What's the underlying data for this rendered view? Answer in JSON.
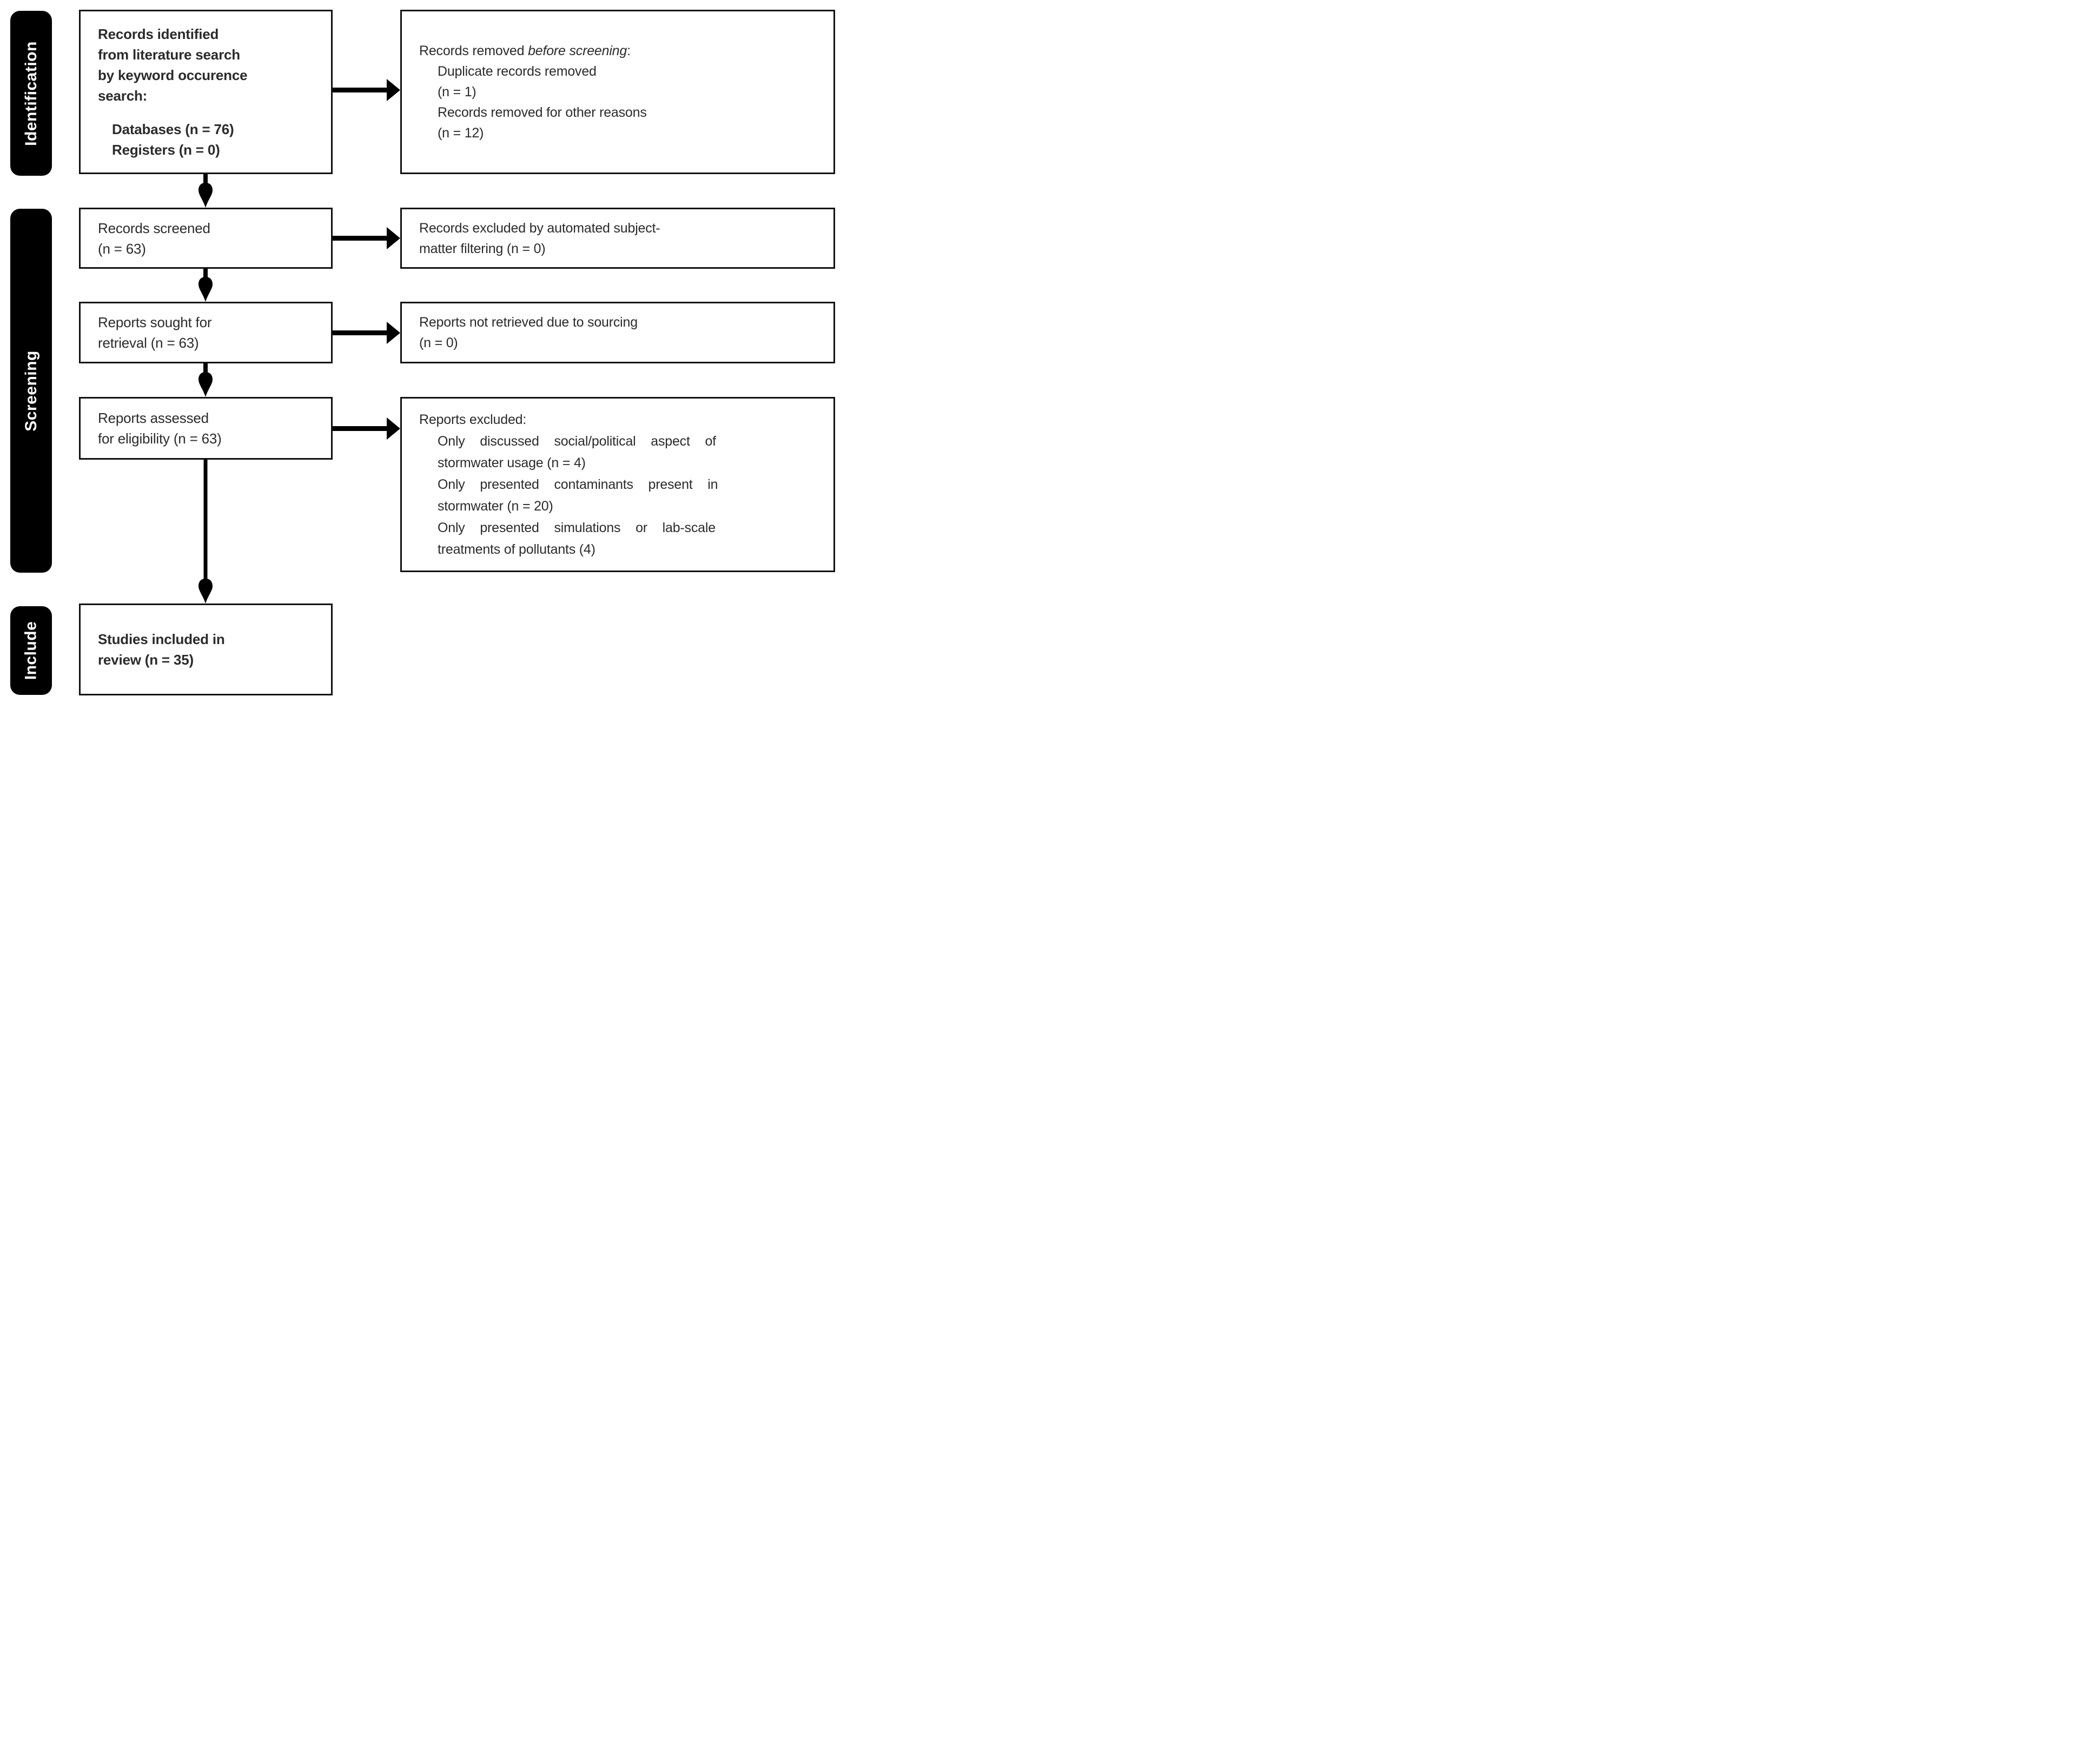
{
  "stages": [
    {
      "label": "Identification"
    },
    {
      "label": "Screening"
    },
    {
      "label": "Include"
    }
  ],
  "boxes": {
    "identified": {
      "lines": [
        "Records identified",
        "from literature search",
        "by keyword occurence",
        "search:"
      ],
      "items": [
        "Databases (n = 76)",
        "Registers (n = 0)"
      ]
    },
    "removed": {
      "prefix": "Records removed ",
      "italic": "before screening",
      "suffix": ":",
      "items": [
        "Duplicate records removed",
        "(n = 1)",
        "Records removed for other reasons",
        "(n = 12)"
      ]
    },
    "screened": {
      "lines": [
        "Records screened",
        "(n = 63)"
      ]
    },
    "excluded_auto": {
      "lines": [
        "Records excluded by automated subject-",
        "matter filtering (n = 0)"
      ]
    },
    "sought": {
      "lines": [
        "Reports sought for",
        "retrieval (n = 63)"
      ]
    },
    "not_retrieved": {
      "lines": [
        "Reports not retrieved due to sourcing",
        "(n = 0)"
      ]
    },
    "assessed": {
      "lines": [
        "Reports assessed",
        "for eligibility (n = 63)"
      ]
    },
    "excluded_reports": {
      "title": "Reports excluded:",
      "lines": [
        "Only discussed social/political aspect of",
        "stormwater usage (n = 4)",
        "Only presented contaminants present in",
        "stormwater (n = 20)",
        "Only presented simulations or lab-scale",
        "treatments of pollutants  (4)"
      ]
    },
    "included": {
      "lines": [
        "Studies included in",
        "review (n = 35)"
      ]
    }
  },
  "colors": {
    "background": "#ffffff",
    "box_border": "#111111",
    "text": "#2b2b2b",
    "stage_bg": "#000000",
    "stage_text": "#ffffff",
    "arrow": "#000000"
  }
}
